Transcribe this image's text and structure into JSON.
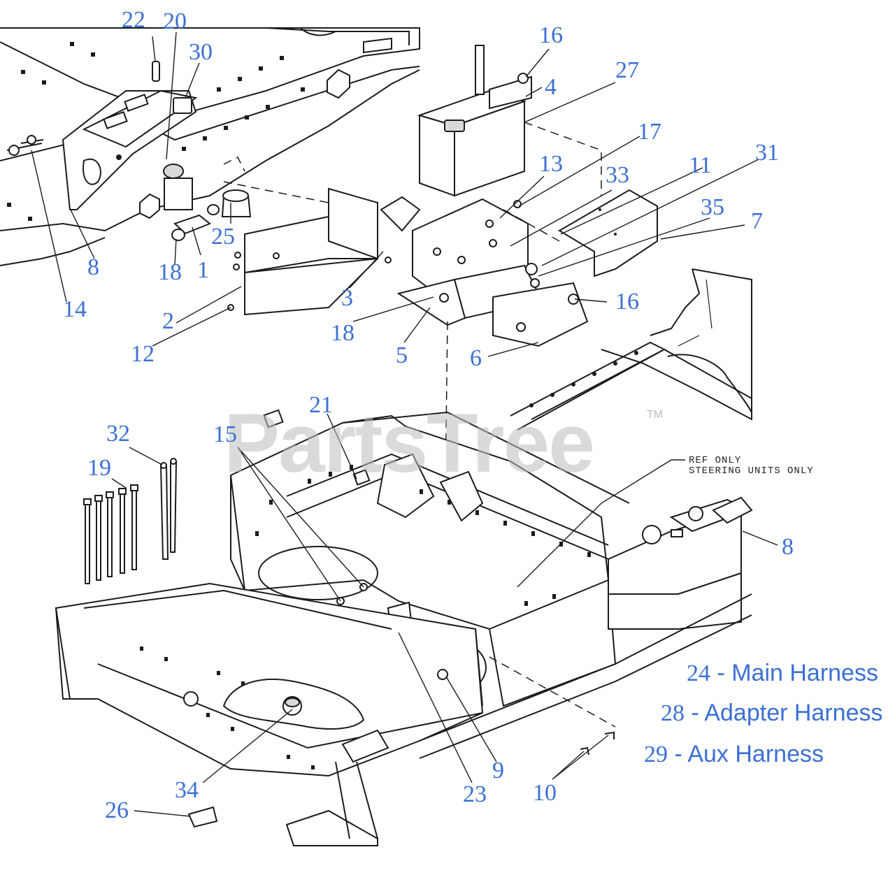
{
  "watermark": {
    "text": "PartsTree",
    "tm": "TM"
  },
  "ref_note": "REF ONLY\nSTEERING UNITS ONLY",
  "callouts": [
    "22",
    "20",
    "30",
    "16",
    "27",
    "4",
    "17",
    "13",
    "33",
    "11",
    "31",
    "35",
    "7",
    "8",
    "25",
    "18",
    "1",
    "14",
    "3",
    "2",
    "12",
    "18",
    "5",
    "16",
    "6",
    "21",
    "32",
    "15",
    "19",
    "8",
    "34",
    "26",
    "23",
    "9",
    "10"
  ],
  "harnesses": [
    {
      "num": "24",
      "desc": " - Main Harness"
    },
    {
      "num": "28",
      "desc": " - Adapter Harness"
    },
    {
      "num": "29",
      "desc": " - Aux Harness"
    }
  ],
  "colors": {
    "callout": "#3b6fd4",
    "line": "#1b1b1b",
    "watermark": "#bdbdbd"
  }
}
